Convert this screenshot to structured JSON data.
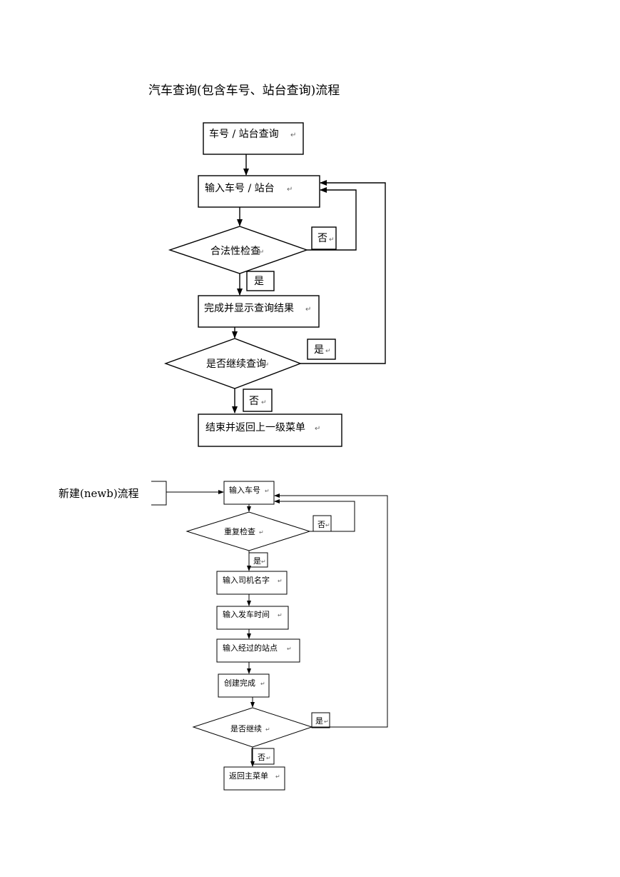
{
  "titles": {
    "query": "汽车查询(包含车号、站台查询)流程",
    "newb": "新建(newb)流程"
  },
  "flow1": {
    "start": "车号 / 站台查询",
    "input": "输入车号 / 站台",
    "check": "合法性检查",
    "no1": "否",
    "yes1": "是",
    "show": "完成并显示查询结果",
    "continue": "是否继续查询",
    "yes2": "是",
    "no2": "否",
    "end": "结束并返回上一级菜单"
  },
  "flow2": {
    "input_no": "输入车号",
    "dup_check": "重复检查",
    "no1": "否",
    "yes1": "是",
    "driver": "输入司机名字",
    "time": "输入发车时间",
    "stations": "输入经过的站点",
    "done": "创建完成",
    "continue": "是否继续",
    "yes2": "是",
    "no2": "否",
    "menu": "返回主菜单"
  },
  "colors": {
    "line": "#000000",
    "background": "#ffffff"
  }
}
